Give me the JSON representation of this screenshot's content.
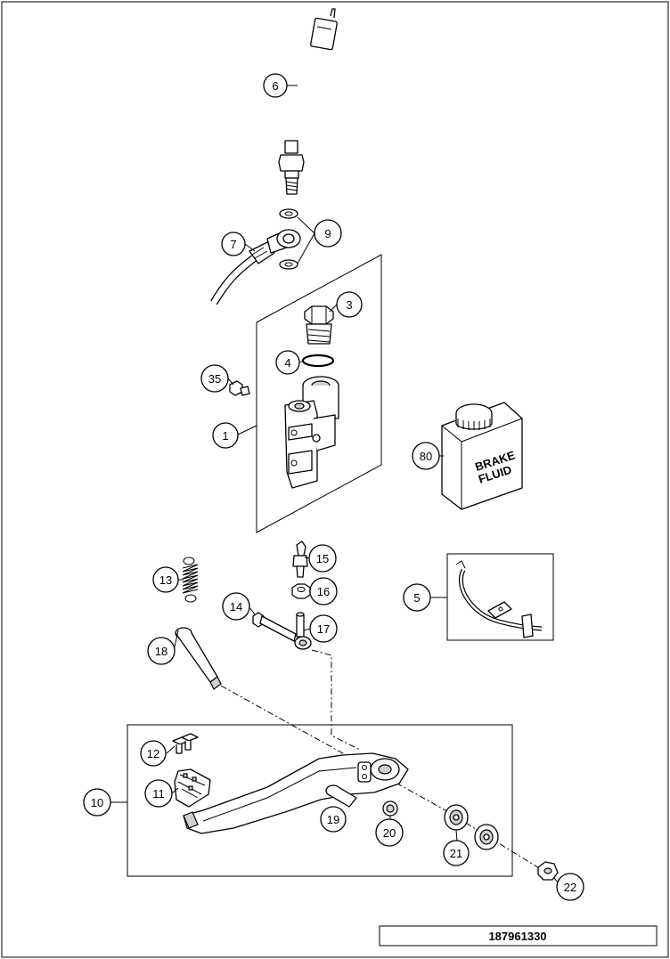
{
  "diagram_id": "187961330",
  "bottle_label": [
    "BRAKE",
    "FLUID"
  ],
  "callouts": [
    "6",
    "7",
    "9",
    "3",
    "4",
    "35",
    "1",
    "80",
    "15",
    "16",
    "13",
    "14",
    "17",
    "5",
    "18",
    "12",
    "11",
    "10",
    "19",
    "20",
    "21",
    "22"
  ]
}
